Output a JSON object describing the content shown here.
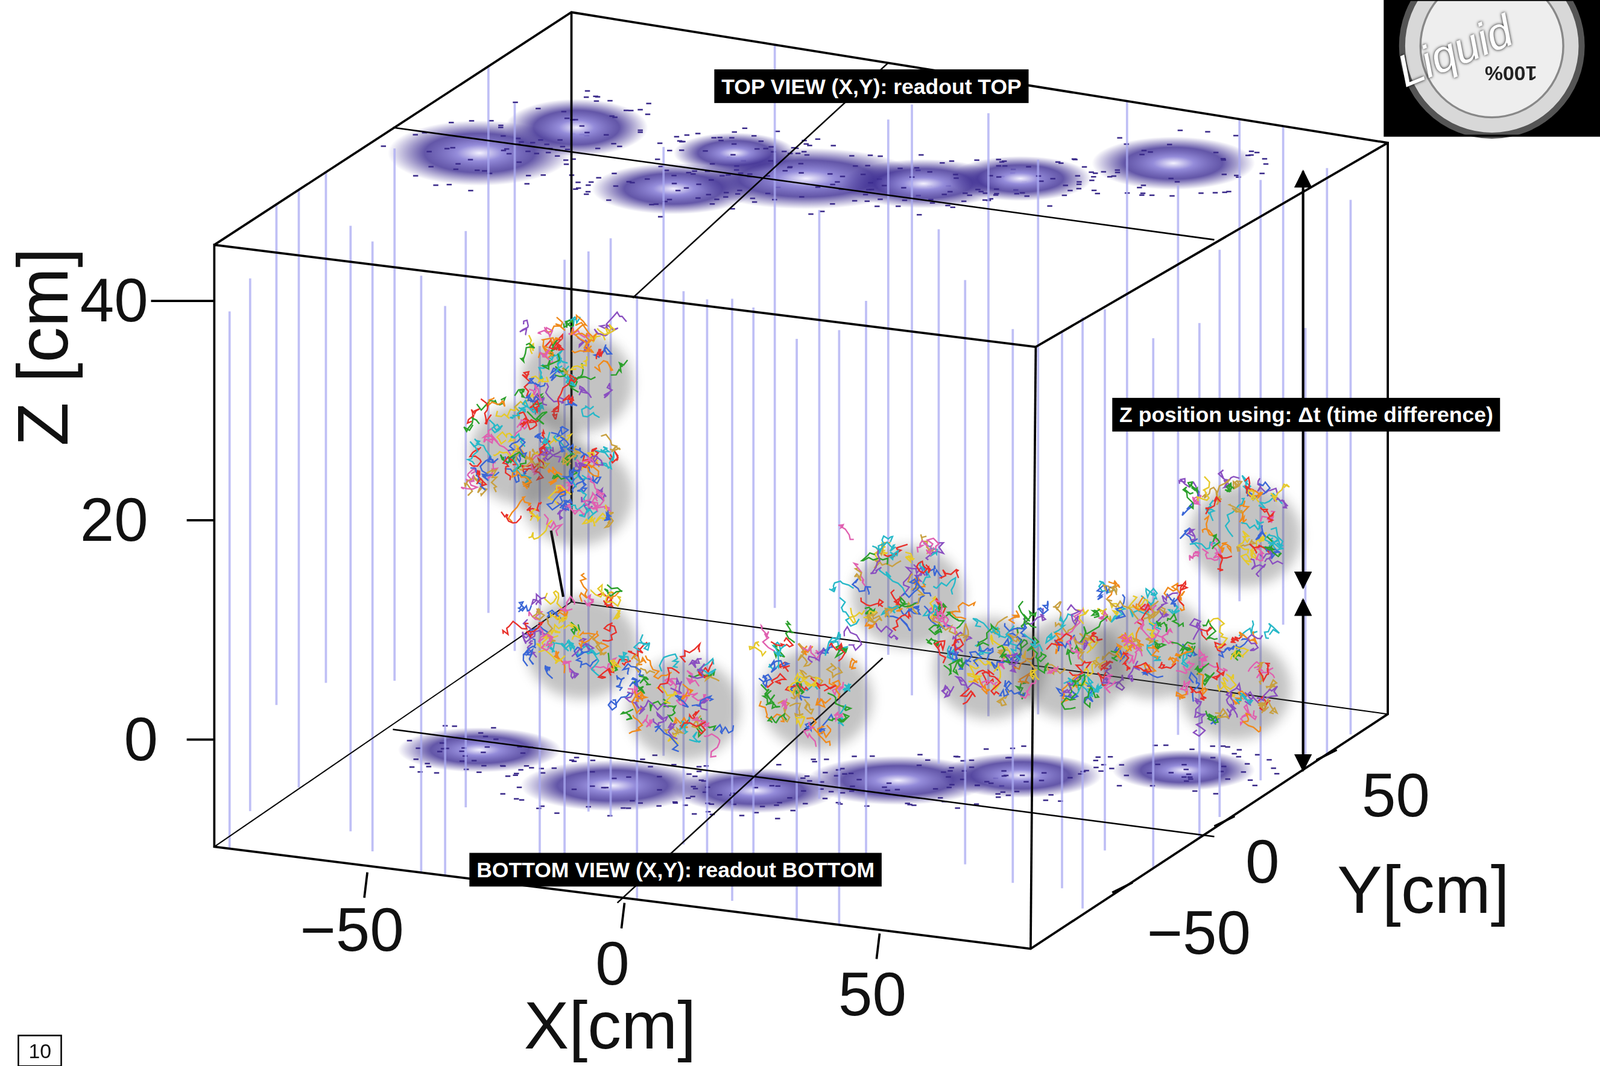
{
  "diagram": {
    "nodes": [
      {
        "text": [
          "TOP VIEW (X,Y): readout TOP"
        ]
      },
      {
        "text": [
          "Z position using: Δt (time difference)"
        ]
      },
      {
        "text": [
          "BOTTOM VIEW (X,Y): readout BOTTOM"
        ]
      }
    ],
    "labels": [
      "Z [cm]",
      "40",
      "20",
      "0",
      "−50",
      "0",
      "50",
      "X[cm]",
      "50",
      "0",
      "−50",
      "Y[cm]",
      "Liquid",
      "100%",
      "10"
    ]
  }
}
